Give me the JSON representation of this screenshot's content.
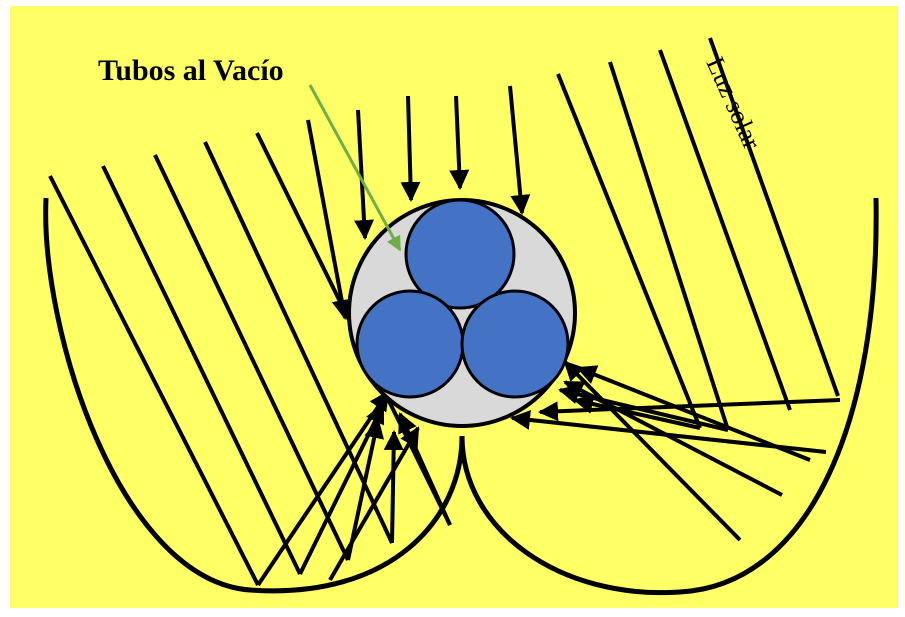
{
  "labels": {
    "tubes": "Tubos al Vacío",
    "sunlight": "Luz solar"
  },
  "colors": {
    "background": "#ffff66",
    "tube_fill": "#4472c4",
    "glass_fill": "#d9d9d9",
    "pointer": "#70ad47",
    "line": "#000000"
  },
  "icons": {
    "arrowheads": "triangle-arrowhead"
  }
}
